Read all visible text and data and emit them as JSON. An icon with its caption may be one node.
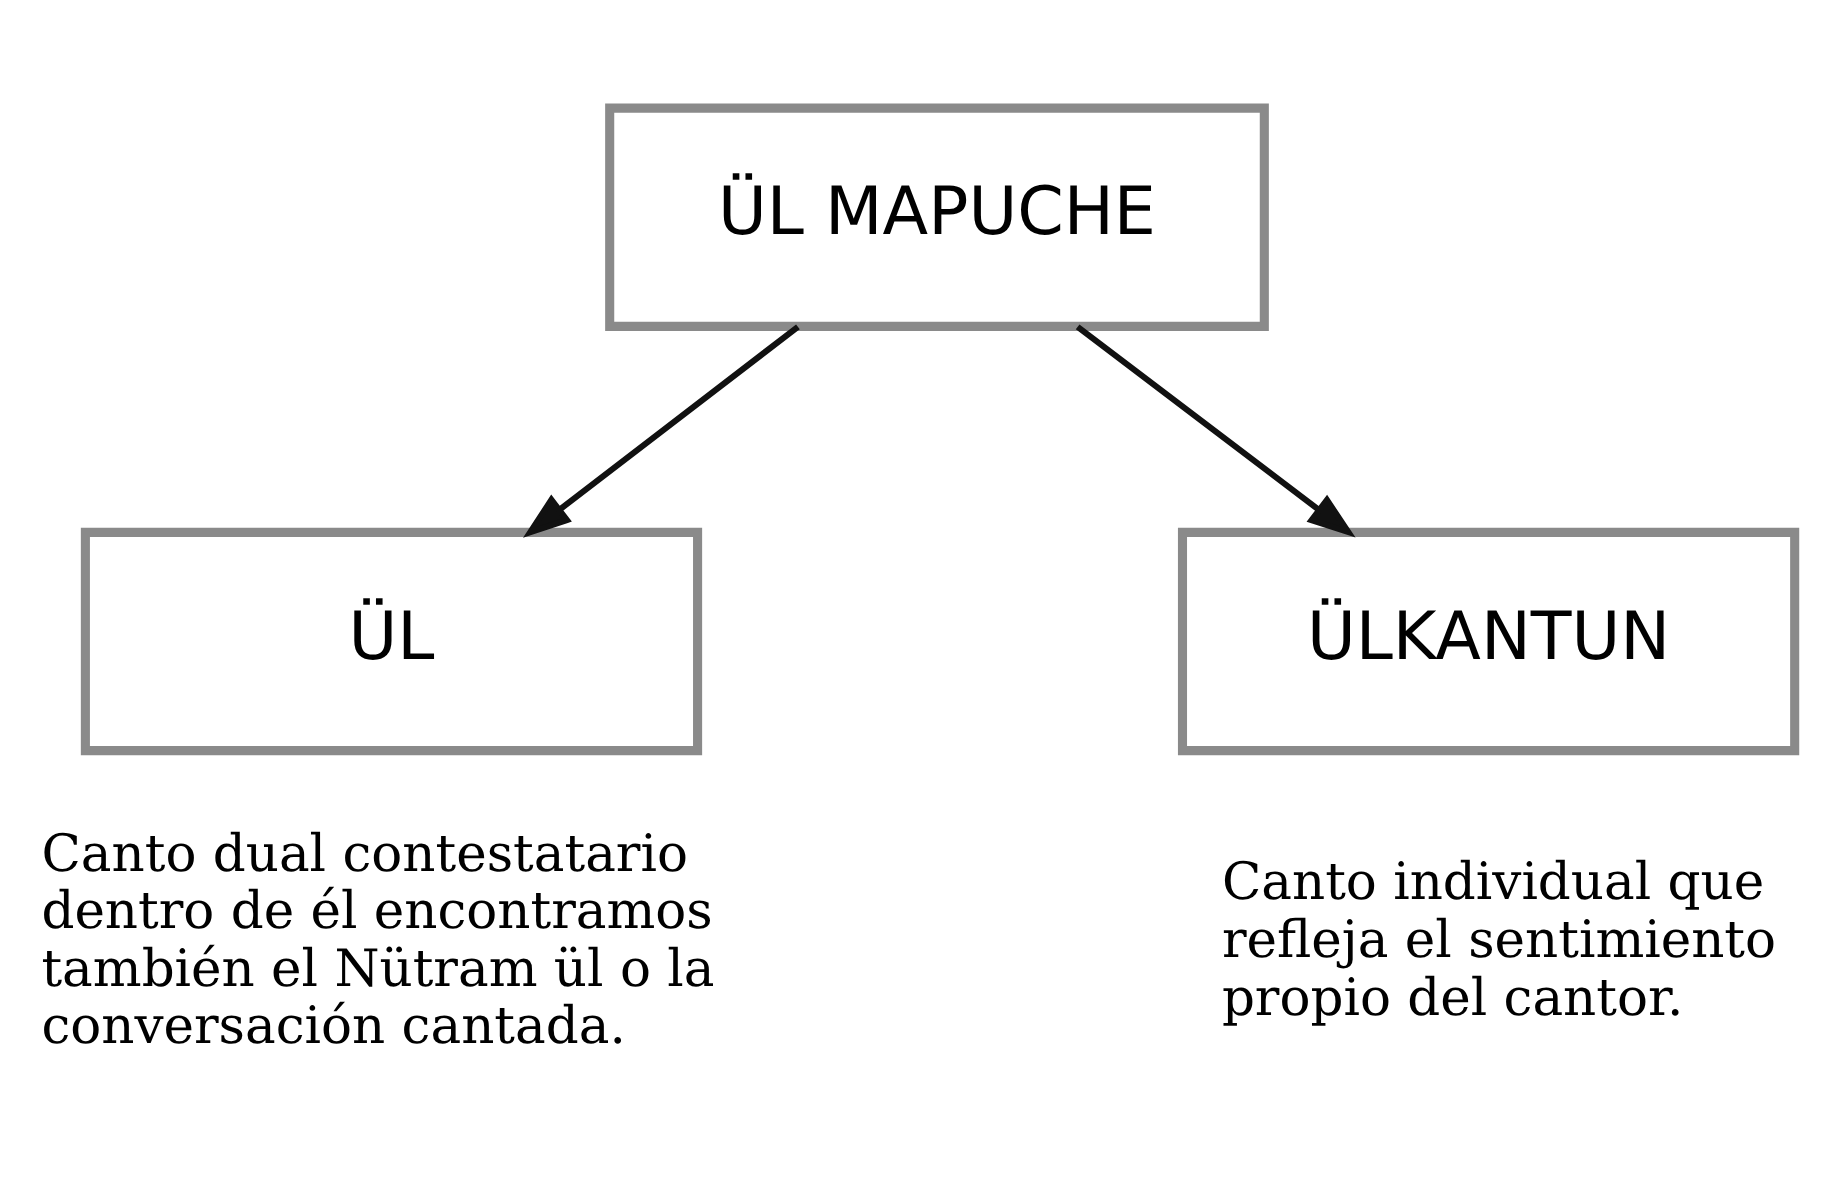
{
  "diagram": {
    "nodes": [
      {
        "text": [
          "ÜL MAPUCHE"
        ]
      },
      {
        "text": [
          "ÜL"
        ],
        "beside": [
          "Canto dual contestatario dentro de él encontramos también el Nütram ül o la conversación cantada."
        ]
      },
      {
        "text": [
          "ÜLKANTUN"
        ],
        "beside": [
          "Canto individual que refleja el sentimiento propio del cantor."
        ]
      }
    ],
    "edges": [
      {
        "from": 0,
        "to": 1,
        "arrow": "to"
      },
      {
        "from": 0,
        "to": 2,
        "arrow": "to"
      }
    ]
  }
}
